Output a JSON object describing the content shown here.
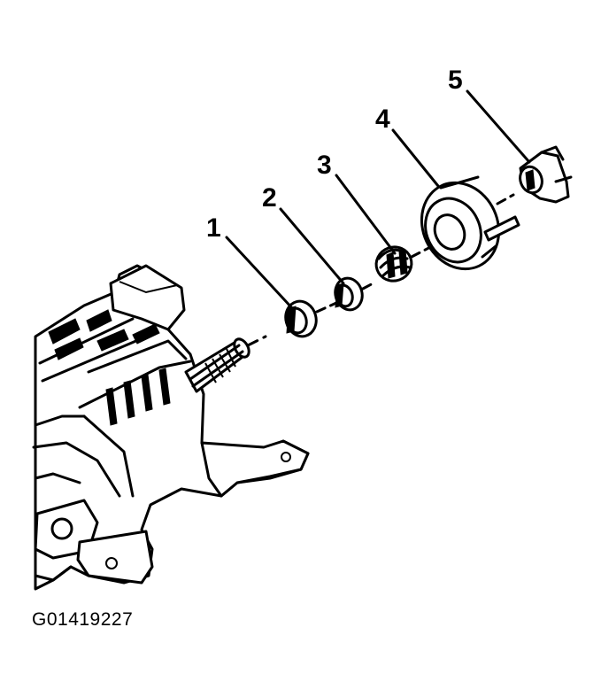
{
  "figure": {
    "id_text": "G01419227"
  },
  "callouts": [
    {
      "number": "1"
    },
    {
      "number": "2"
    },
    {
      "number": "3"
    },
    {
      "number": "4"
    },
    {
      "number": "5"
    }
  ],
  "colors": {
    "ink": "#000000",
    "background": "#ffffff"
  }
}
